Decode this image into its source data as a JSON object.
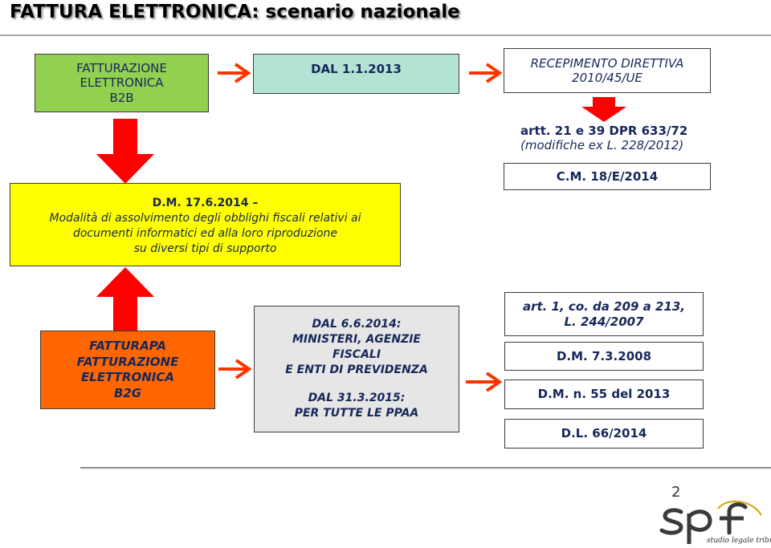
{
  "title": "FATTURA ELETTRONICA: scenario nazionale",
  "b2b_box": {
    "lines": [
      "FATTURAZIONE",
      "ELETTRONICA",
      "B2B"
    ]
  },
  "dal_2013_box": {
    "text": "DAL 1.1.2013"
  },
  "recepimento_box": {
    "lines": [
      "RECEPIMENTO DIRETTIVA",
      "2010/45/UE"
    ]
  },
  "artt_note": {
    "line1": "artt. 21 e 39 DPR 633/72",
    "line2": "(modifiche ex L. 228/2012)"
  },
  "cm_box": {
    "text": "C.M. 18/E/2014"
  },
  "dm_2014_box": {
    "header": "D.M. 17.6.2014 –",
    "lines": [
      "Modalità di assolvimento degli obblighi fiscali relativi ai",
      "documenti informatici ed alla loro riproduzione",
      "su diversi tipi di supporto"
    ]
  },
  "fatturapa_box": {
    "lines": [
      "FATTURAPA",
      "FATTURAZIONE",
      "ELETTRONICA",
      "B2G"
    ]
  },
  "dal_662014_box": {
    "lines": [
      "DAL 6.6.2014:",
      "MINISTERI, AGENZIE",
      "FISCALI",
      "E ENTI DI PREVIDENZA",
      "",
      "DAL 31.3.2015:",
      "PER TUTTE LE PPAA"
    ]
  },
  "law_refs": {
    "box1": {
      "line1": "art. 1, co. da 209 a 213,",
      "line2": "L. 244/2007"
    },
    "box2": "D.M. 7.3.2008",
    "box3": "D.M. n. 55 del 2013",
    "box4": "D.L. 66/2014"
  },
  "page_number": "2",
  "logo": {
    "mark": "spf",
    "tagline": "studio legale tributario"
  },
  "colors": {
    "arrow_red": "#ff0000",
    "arrow_orange_red": "#ff3300",
    "b2b_green": "#92d050",
    "teal": "#b3e4d3",
    "yellow": "#ffff00",
    "orange": "#ff6600",
    "grey": "#e6e6e6",
    "text_navy": "#16275a"
  }
}
